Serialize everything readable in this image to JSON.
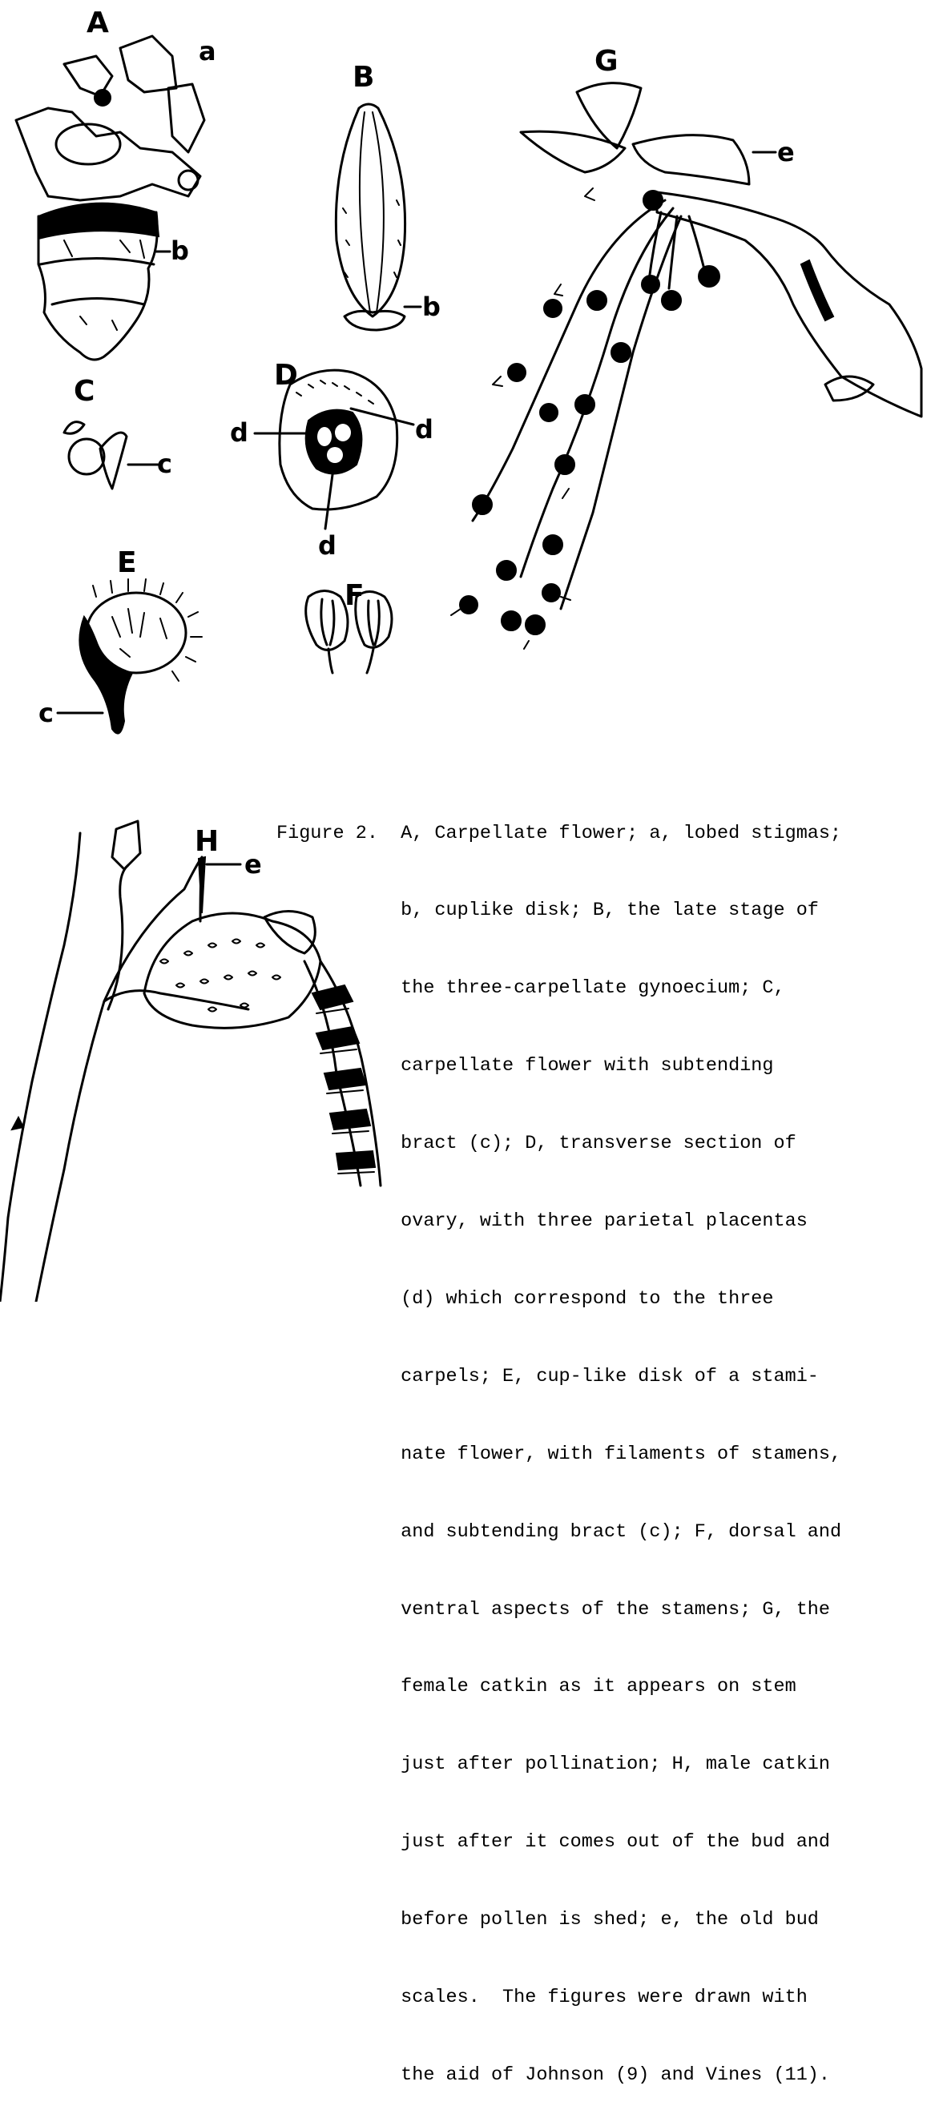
{
  "labels": {
    "A": "A",
    "B": "B",
    "C": "C",
    "D": "D",
    "E": "E",
    "F": "F",
    "G": "G",
    "H": "H",
    "a": "a",
    "b": "b",
    "c": "c",
    "d": "d",
    "e": "e"
  },
  "caption": {
    "lines": [
      "Figure 2.  A, Carpellate flower; a, lobed stigmas;",
      "           b, cuplike disk; B, the late stage of",
      "           the three-carpellate gynoecium; C,",
      "           carpellate flower with subtending",
      "           bract (c); D, transverse section of",
      "           ovary, with three parietal placentas",
      "           (d) which correspond to the three",
      "           carpels; E, cup-like disk of a stami-",
      "           nate flower, with filaments of stamens,",
      "           and subtending bract (c); F, dorsal and",
      "           ventral aspects of the stamens; G, the",
      "           female catkin as it appears on stem",
      "           just after pollination; H, male catkin",
      "           just after it comes out of the bud and",
      "           before pollen is shed; e, the old bud",
      "           scales.  The figures were drawn with",
      "           the aid of Johnson (9) and Vines (11)."
    ]
  }
}
